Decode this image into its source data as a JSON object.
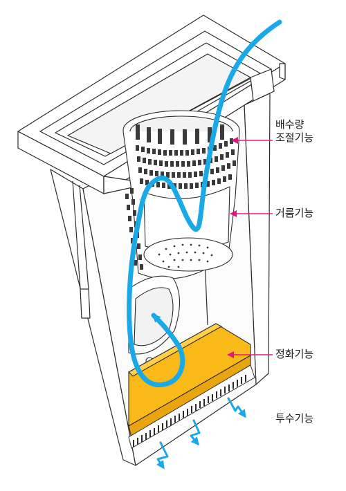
{
  "labels": {
    "discharge_line1": "배수량",
    "discharge_line2": "조절기능",
    "filtering": "거름기능",
    "purification": "정화기능",
    "infiltration": "투수기능"
  },
  "colors": {
    "water_flow": "#19a9e6",
    "filter_media": "#f9b918",
    "leader_arrows": "#e6167f",
    "outline": "#2b2b2b",
    "body_fill": "#ffffff"
  }
}
